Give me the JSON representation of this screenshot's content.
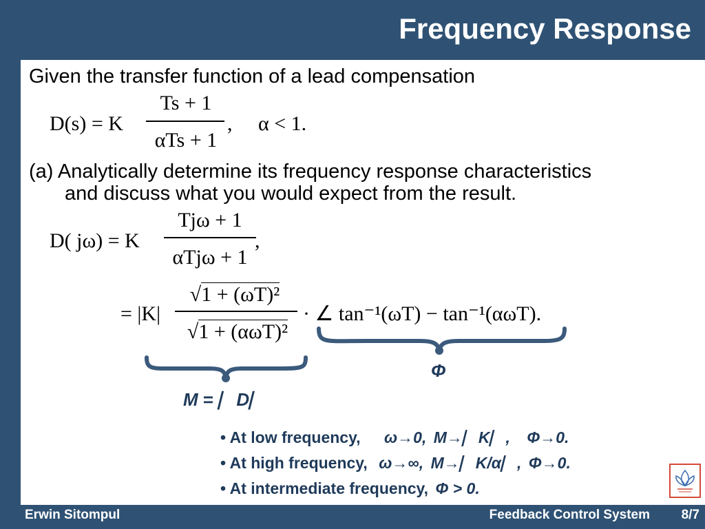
{
  "title": "Frequency Response",
  "intro": "Given the transfer function of a lead compensation",
  "eq1": {
    "lhs": "D(s) = K",
    "numerator": "Ts + 1",
    "denominator": "αTs + 1",
    "condition": ",     α < 1."
  },
  "part_a": {
    "line1": "(a) Analytically determine its frequency response characteristics",
    "line2": "and discuss what you would expect from the result."
  },
  "eq2": {
    "lhs": "D( jω) = K",
    "numerator": "Tjω + 1",
    "denominator": "αTjω + 1",
    "tail": ","
  },
  "eq3": {
    "prefix": "= |K|",
    "num_sqrt": "1 + (ωT)²",
    "den_sqrt": "1 + (αωT)²",
    "angle": "· ∠ tan⁻¹(ωT) − tan⁻¹(αωT)."
  },
  "phi_label": "Φ",
  "m_label": {
    "m": "M",
    "eq": " = ",
    "mag": "⎸D⎸"
  },
  "bullets": [
    {
      "label": "• At low frequency,",
      "w": "ω→0,",
      "m": "M→⎸K⎸,",
      "phi": "Φ→0."
    },
    {
      "label": "• At high frequency,",
      "w": "ω→∞,",
      "m": "M→⎸K/α⎸,",
      "phi": "Φ→0."
    },
    {
      "label": "• At intermediate frequency,",
      "w": "",
      "m": "",
      "phi": "Φ > 0."
    }
  ],
  "footer": {
    "author": "Erwin Sitompul",
    "course": "Feedback Control System",
    "page": "8/7"
  },
  "colors": {
    "frame": "#2f5274",
    "accent": "#1f3a5a",
    "brace": "#3b5a7c",
    "logo": "#d44a3a"
  }
}
